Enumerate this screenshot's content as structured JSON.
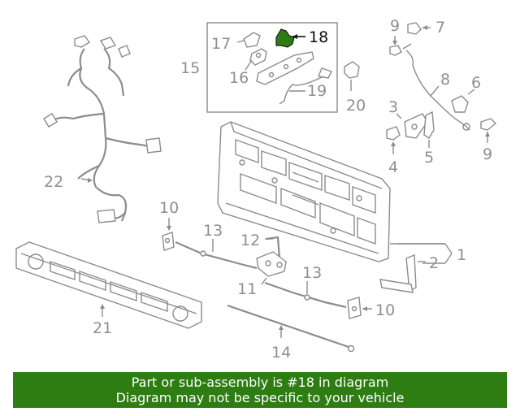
{
  "diagram": {
    "callouts": {
      "c1": "1",
      "c2": "2",
      "c3": "3",
      "c4": "4",
      "c5": "5",
      "c6": "6",
      "c7": "7",
      "c8": "8",
      "c9a": "9",
      "c9b": "9",
      "c10a": "10",
      "c10b": "10",
      "c11": "11",
      "c12": "12",
      "c13a": "13",
      "c13b": "13",
      "c14": "14",
      "c15": "15",
      "c16": "16",
      "c17": "17",
      "c18": "18",
      "c19": "19",
      "c20": "20",
      "c21": "21",
      "c22": "22"
    },
    "highlight_part": "18",
    "highlight_color": "#2e7d12",
    "line_color": "#8c8c8c"
  },
  "banner": {
    "line1": "Part or sub-assembly is #18 in diagram",
    "line2": "Diagram may not be specific to your vehicle",
    "background": "#2e7d12"
  }
}
